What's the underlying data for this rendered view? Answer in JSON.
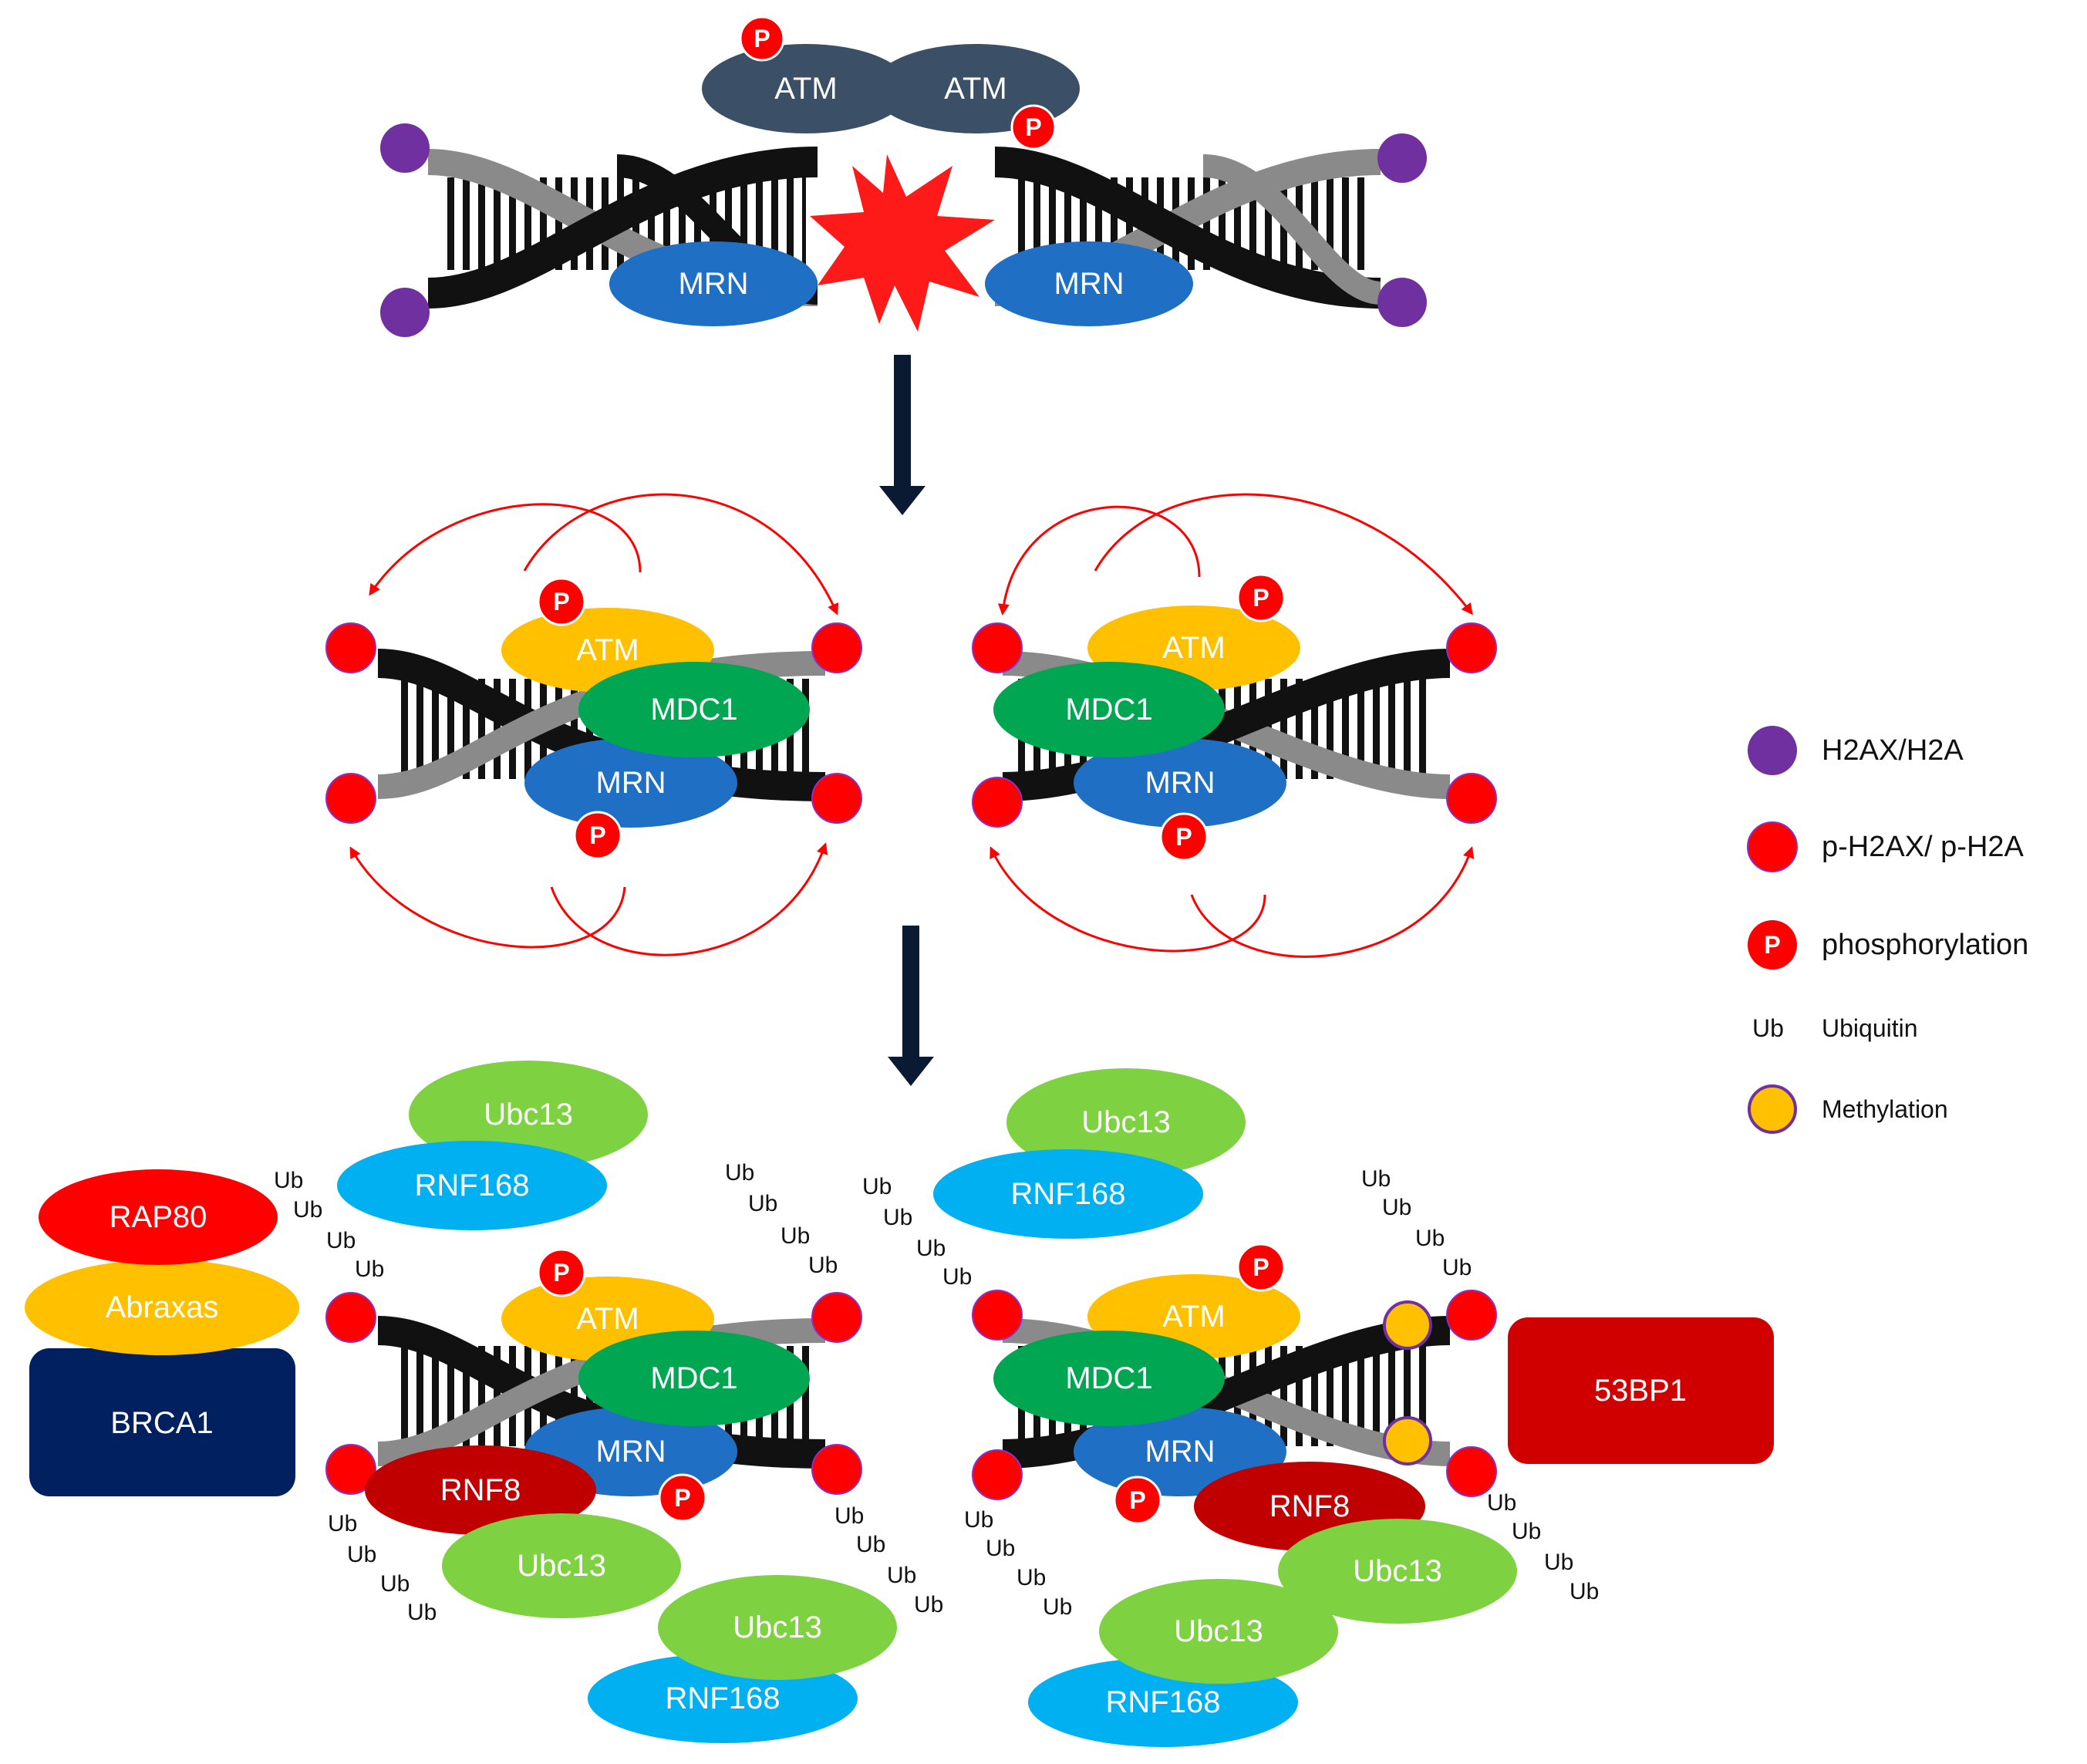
{
  "proteins": {
    "atm": "ATM",
    "mrn": "MRN",
    "mdc1": "MDC1",
    "ubc13": "Ubc13",
    "rnf168": "RNF168",
    "rnf8": "RNF8",
    "rap80": "RAP80",
    "abraxas": "Abraxas",
    "brca1": "BRCA1",
    "p53bp1": "53BP1"
  },
  "marks": {
    "phospho": "P",
    "ub": "Ub"
  },
  "legend": {
    "h2ax": "H2AX/H2A",
    "ph2ax": "p-H2AX/ p-H2A",
    "phospho": "phosphorylation",
    "ub_symbol": "Ub",
    "ub_label": "Ubiquitin",
    "methylation": "Methylation"
  },
  "colors": {
    "atm_dimer": "#3b5066",
    "mrn": "#1f6fc4",
    "atm_active": "#ffc000",
    "mdc1": "#00a651",
    "ubc13": "#7ed140",
    "rnf168": "#00b0f0",
    "rnf8": "#c00000",
    "rap80": "#ff0000",
    "abraxas": "#ffc000",
    "brca1": "#002060",
    "p53bp1": "#d00000",
    "histone": "#7030a0",
    "p_histone": "#ff0000",
    "methyl": "#ffc000",
    "break_star": "#ff1a1a",
    "arrow": "#ff0000",
    "flow_arrow": "#0a1a33"
  }
}
